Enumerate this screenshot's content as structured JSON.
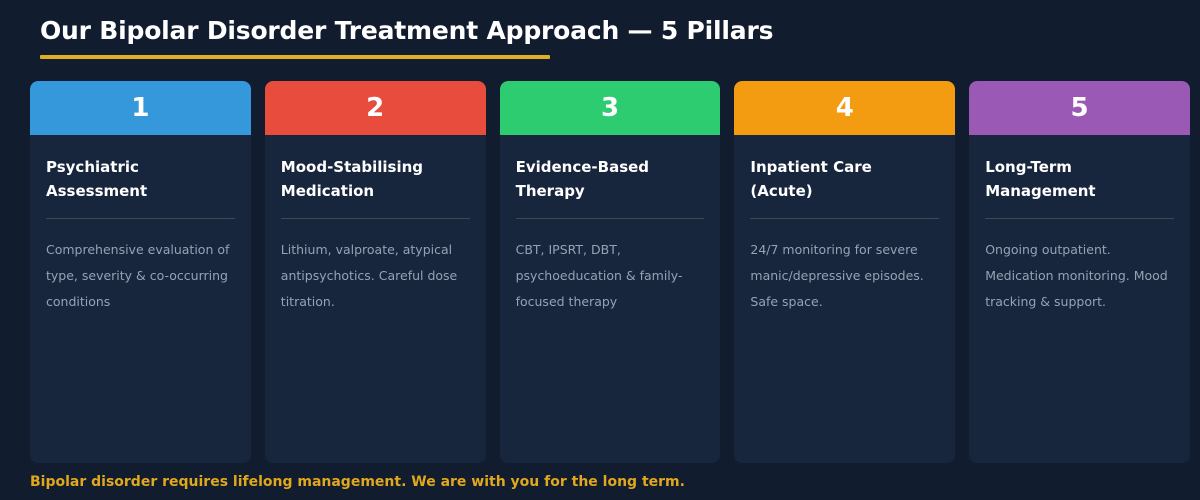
{
  "header": {
    "title": "Our Bipolar Disorder Treatment Approach — 5 Pillars",
    "accent_color": "#e0b020"
  },
  "theme": {
    "page_background": "#111c2e",
    "card_background": "#17263c",
    "title_color": "#ffffff",
    "body_text_color": "#94a3b4",
    "footer_color": "#e0a81c"
  },
  "pillars": [
    {
      "number": "1",
      "title": "Psychiatric Assessment",
      "description": "Comprehensive evaluation of type, severity & co-occurring conditions",
      "color": "#3498db"
    },
    {
      "number": "2",
      "title": "Mood-Stabilising Medication",
      "description": "Lithium, valproate, atypical antipsychotics. Careful dose titration.",
      "color": "#e74c3c"
    },
    {
      "number": "3",
      "title": "Evidence-Based Therapy",
      "description": "CBT, IPSRT, DBT, psychoeducation & family-focused therapy",
      "color": "#2ecc71"
    },
    {
      "number": "4",
      "title": "Inpatient Care (Acute)",
      "description": "24/7 monitoring for severe manic/depressive episodes. Safe space.",
      "color": "#f39c12"
    },
    {
      "number": "5",
      "title": "Long-Term Management",
      "description": "Ongoing outpatient. Medication monitoring. Mood tracking & support.",
      "color": "#9b59b6"
    }
  ],
  "footer": {
    "note": "Bipolar disorder requires lifelong management. We are with you for the long term."
  }
}
